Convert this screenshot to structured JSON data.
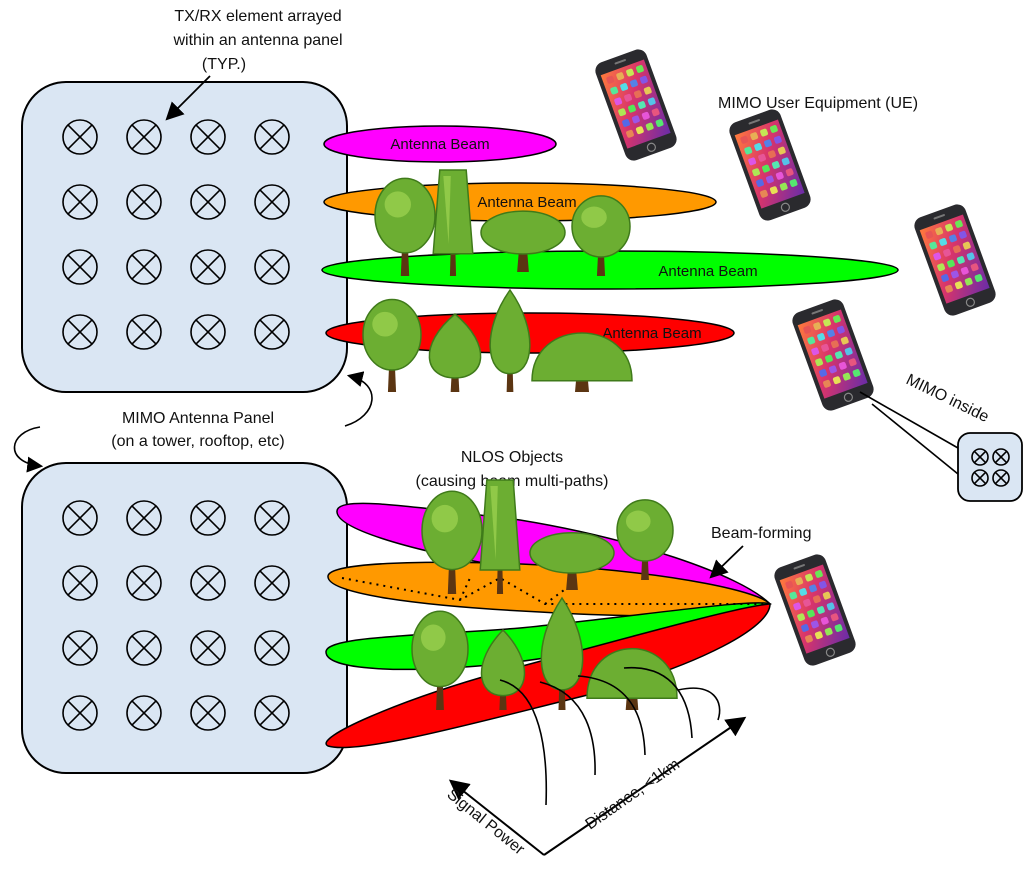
{
  "labels": {
    "element_callout": [
      "TX/RX element arrayed",
      "within an antenna panel",
      "(TYP.)"
    ],
    "panel_caption": [
      "MIMO Antenna Panel",
      "(on a tower, rooftop, etc)"
    ],
    "nlos_caption": [
      "NLOS Objects",
      "(causing beam multi-paths)"
    ],
    "ue_caption": "MIMO User Equipment (UE)",
    "mimo_inside": "MIMO inside",
    "beam_forming": "Beam-forming",
    "signal_power": "Signal Power",
    "distance": "Distance, <1km"
  },
  "beams": [
    {
      "label": "Antenna Beam",
      "color": "#ff00ff"
    },
    {
      "label": "Antenna Beam",
      "color": "#ff9900"
    },
    {
      "label": "Antenna Beam",
      "color": "#00ff00"
    },
    {
      "label": "Antenna Beam",
      "color": "#ff0000"
    }
  ],
  "colors": {
    "panel_fill": "#dae6f3",
    "outline": "#000000",
    "phone_body": "#2a2a2e",
    "tree_canopy": "#6cae32",
    "tree_trunk": "#5b3512"
  },
  "array": {
    "rows": 4,
    "cols": 4,
    "ue_rows": 2,
    "ue_cols": 2,
    "element_icon": "crossed-circle-icon"
  }
}
